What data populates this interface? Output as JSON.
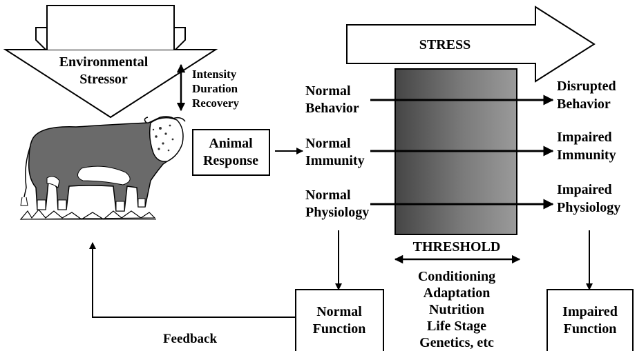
{
  "stressor": {
    "line1": "Environmental",
    "line2": "Stressor"
  },
  "stressor_factors": [
    "Intensity",
    "Duration",
    "Recovery"
  ],
  "animal_response": {
    "line1": "Animal",
    "line2": "Response"
  },
  "stress_label": "STRESS",
  "left_states": [
    {
      "line1": "Normal",
      "line2": "Behavior"
    },
    {
      "line1": "Normal",
      "line2": "Immunity"
    },
    {
      "line1": "Normal",
      "line2": "Physiology"
    }
  ],
  "right_states": [
    {
      "line1": "Disrupted",
      "line2": "Behavior"
    },
    {
      "line1": "Impaired",
      "line2": "Immunity"
    },
    {
      "line1": "Impaired",
      "line2": "Physiology"
    }
  ],
  "threshold_label": "THRESHOLD",
  "threshold_modifiers": [
    "Conditioning",
    "Adaptation",
    "Nutrition",
    "Life Stage",
    "Genetics, etc"
  ],
  "normal_function": {
    "line1": "Normal",
    "line2": "Function"
  },
  "impaired_function": {
    "line1": "Impaired",
    "line2": "Function"
  },
  "feedback_label": "Feedback",
  "colors": {
    "threshold_dark": "#404040",
    "threshold_light": "#8a8a8a",
    "ink": "#000000"
  }
}
